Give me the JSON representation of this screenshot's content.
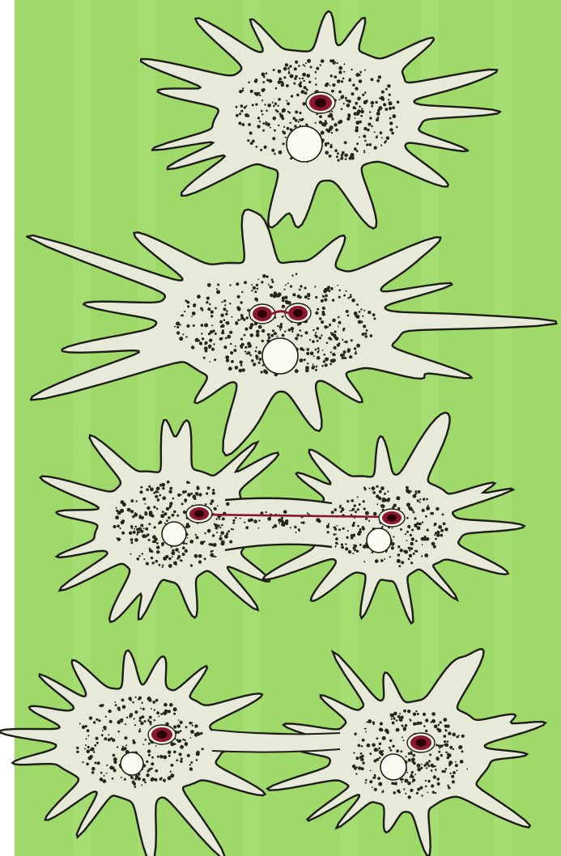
{
  "diagram": {
    "colors": {
      "background": "#9fd96a",
      "stripe": "#b4e484",
      "cytoplasm": "#e7ead9",
      "outline": "#1d1d16",
      "granule": "#26261c",
      "vacuole": "#fbfbf3",
      "nucleus_ring": "#8a1630",
      "nucleus_core": "#2a0308"
    },
    "stages": [
      {
        "id": "stage-1-single-nucleus"
      },
      {
        "id": "stage-2-nucleus-dividing"
      },
      {
        "id": "stage-3-cytoplasm-constricting"
      },
      {
        "id": "stage-4-two-daughter-cells"
      }
    ]
  }
}
